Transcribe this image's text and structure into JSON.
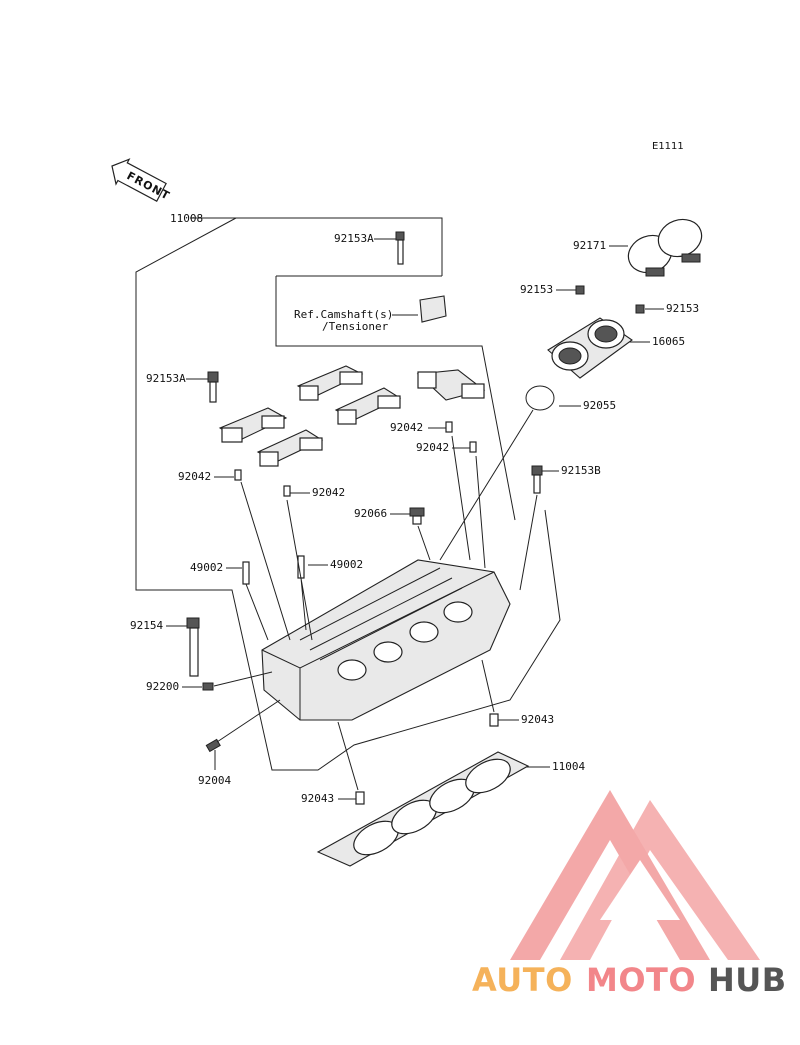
{
  "diagram": {
    "code": "E1111",
    "front_label": "FRONT",
    "ref_note_line1": "Ref.Camshaft(s)",
    "ref_note_line2": "/Tensioner",
    "labels": {
      "l11008": "11008",
      "l92153A_top": "92153A",
      "l92171": "92171",
      "l92153_left": "92153",
      "l92153_right": "92153",
      "l16065": "16065",
      "l92153A_left": "92153A",
      "l92042_mid1": "92042",
      "l92042_mid2": "92042",
      "l92055": "92055",
      "l92042_left": "92042",
      "l92042_lower": "92042",
      "l92153B": "92153B",
      "l92066": "92066",
      "l49002_left": "49002",
      "l49002_right": "49002",
      "l92154": "92154",
      "l92200": "92200",
      "l92043_right": "92043",
      "l92004": "92004",
      "l11004": "11004",
      "l92043_lower": "92043"
    }
  },
  "watermark": {
    "part1": "AUTO",
    "part2": "MOTO",
    "part3": "HUB",
    "colors": {
      "auto": "#F5B25A",
      "moto": "#F2868A",
      "hub": "#555555",
      "logo": "#F08A8A"
    }
  }
}
